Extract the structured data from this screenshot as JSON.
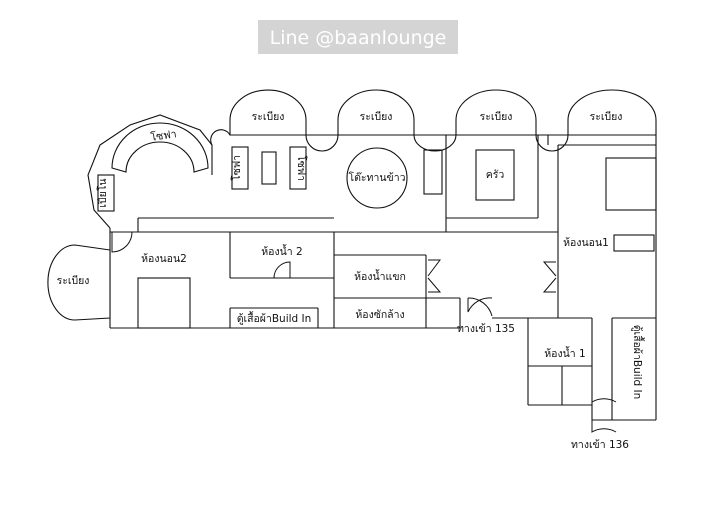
{
  "watermark": "Line @baanlounge",
  "labels": {
    "balcony_1": "ระเบียง",
    "balcony_2": "ระเบียง",
    "balcony_3": "ระเบียง",
    "balcony_4": "ระเบียง",
    "balcony_left": "ระเบียง",
    "sofa_curved": "โซฟา",
    "sofa_left": "โซฟา",
    "sofa_right": "โซฟา",
    "dining_table": "โต๊ะทานข้าว",
    "kitchen": "ครัว",
    "daybed": "เปียโน",
    "bedroom_2": "ห้องนอน2",
    "bathroom_2": "ห้องน้ำ 2",
    "guest_bathroom": "ห้องน้ำแขก",
    "wardrobe_left": "ตู้เสื้อผ้าBuild In",
    "laundry": "ห้องซักล้าง",
    "entrance_135": "ทางเข้า 135",
    "bedroom_1": "ห้องนอน1",
    "bathroom_1": "ห้องน้ำ 1",
    "wardrobe_right": "ตู้เสื้อผ้าBuild In",
    "entrance_136": "ทางเข้า 136"
  }
}
